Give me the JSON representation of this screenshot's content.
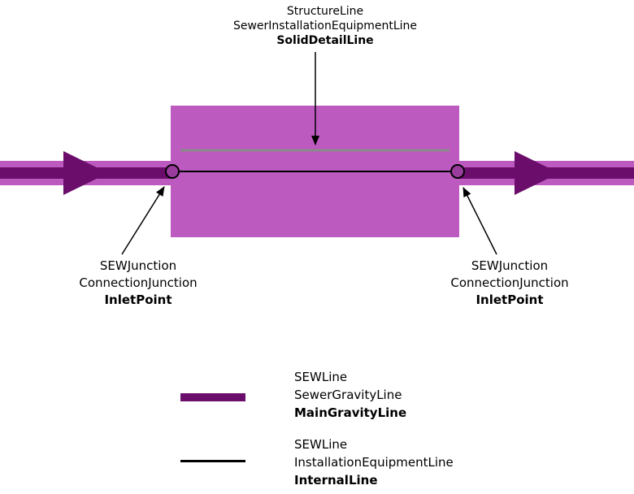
{
  "colors": {
    "band": "#bc5abf",
    "dark_purple": "#6b0d6b",
    "gray_line": "#8a8a8a",
    "junction_fill": "#9a3c9d"
  },
  "annotations": {
    "top": {
      "lines": [
        "StructureLine",
        "SewerInstallationEquipmentLine",
        "SolidDetailLine"
      ]
    },
    "left": {
      "lines": [
        "SEWJunction",
        "ConnectionJunction",
        "InletPoint"
      ]
    },
    "right": {
      "lines": [
        "SEWJunction",
        "ConnectionJunction",
        "InletPoint"
      ]
    }
  },
  "legend": {
    "gravity": {
      "lines": [
        "SEWLine",
        "SewerGravityLine",
        "MainGravityLine"
      ]
    },
    "internal": {
      "lines": [
        "SEWLine",
        "InstallationEquipmentLine",
        "InternalLine"
      ]
    }
  }
}
